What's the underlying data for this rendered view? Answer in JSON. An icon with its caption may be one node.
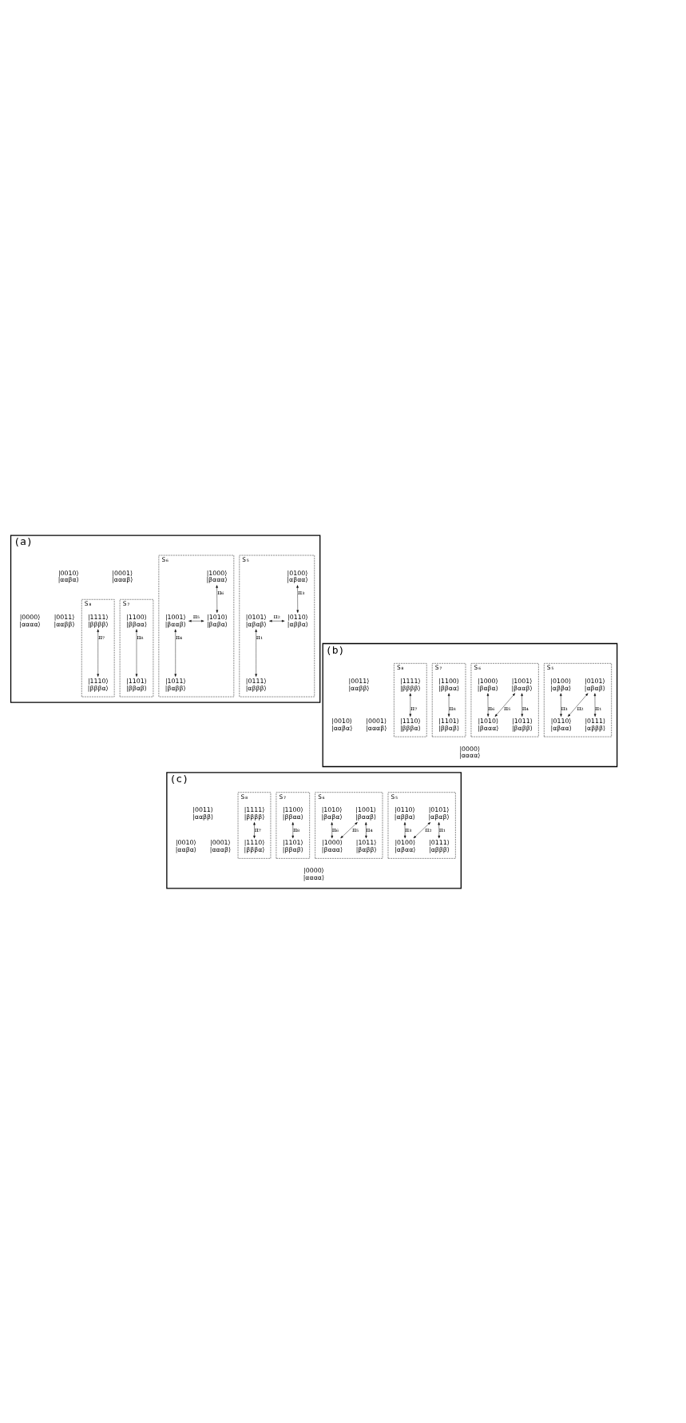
{
  "diagram": {
    "nodes": [
      {
        "text": [
          "(a)"
        ]
      },
      {
        "text": [
          "S₅"
        ],
        "in": 0
      },
      {
        "text": [
          "|0111⟩",
          "|αβββ⟩"
        ],
        "in": 1
      },
      {
        "text": [
          "|0101⟩",
          "|αβαβ⟩"
        ],
        "in": 1
      },
      {
        "text": [
          "|0110⟩",
          "|αββα⟩"
        ],
        "in": 1
      },
      {
        "text": [
          "|0100⟩",
          "|αβαα⟩"
        ],
        "in": 1
      },
      {
        "text": [
          "S₆"
        ],
        "in": 0
      },
      {
        "text": [
          "|1011⟩",
          "|βαββ⟩"
        ],
        "in": 6
      },
      {
        "text": [
          "|1001⟩",
          "|βααβ⟩"
        ],
        "in": 6
      },
      {
        "text": [
          "|1010⟩",
          "|βαβα⟩"
        ],
        "in": 6
      },
      {
        "text": [
          "|1000⟩",
          "|βααα⟩"
        ],
        "in": 6
      },
      {
        "text": [
          "S₇"
        ],
        "in": 0
      },
      {
        "text": [
          "|1101⟩",
          "|ββαβ⟩"
        ],
        "in": 11
      },
      {
        "text": [
          "|1100⟩",
          "|ββαα⟩"
        ],
        "in": 11
      },
      {
        "text": [
          "S₈"
        ],
        "in": 0
      },
      {
        "text": [
          "|1111⟩",
          "|ββββ⟩"
        ],
        "in": 14
      },
      {
        "text": [
          "|1110⟩",
          "|βββα⟩"
        ],
        "in": 14
      },
      {
        "text": [
          "|0011⟩",
          "|ααββ⟩"
        ],
        "in": 0
      },
      {
        "text": [
          "|0001⟩",
          "|αααβ⟩"
        ],
        "in": 0
      },
      {
        "text": [
          "|0010⟩",
          "|ααβα⟩"
        ],
        "in": 0
      },
      {
        "text": [
          "|0000⟩",
          "|αααα⟩"
        ],
        "in": 0
      },
      {
        "text": [
          "(b)"
        ]
      },
      {
        "text": [
          "S₅"
        ],
        "in": 21
      },
      {
        "text": [
          "|0111⟩",
          "|αβββ⟩"
        ],
        "in": 22
      },
      {
        "text": [
          "|0101⟩",
          "|αβαβ⟩"
        ],
        "in": 22
      },
      {
        "text": [
          "|0100⟩",
          "|αββα⟩"
        ],
        "in": 22
      },
      {
        "text": [
          "|0110⟩",
          "|αβαα⟩"
        ],
        "in": 22
      },
      {
        "text": [
          "S₆"
        ],
        "in": 21
      },
      {
        "text": [
          "|1011⟩",
          "|βαββ⟩"
        ],
        "in": 27
      },
      {
        "text": [
          "|1001⟩",
          "|βααβ⟩"
        ],
        "in": 27
      },
      {
        "text": [
          "|1000⟩",
          "|βαβα⟩"
        ],
        "in": 27
      },
      {
        "text": [
          "|1010⟩",
          "|βααα⟩"
        ],
        "in": 27
      },
      {
        "text": [
          "S₇"
        ],
        "in": 21
      },
      {
        "text": [
          "|1101⟩",
          "|ββαβ⟩"
        ],
        "in": 32
      },
      {
        "text": [
          "|1100⟩",
          "|ββαα⟩"
        ],
        "in": 32
      },
      {
        "text": [
          "S₈"
        ],
        "in": 21
      },
      {
        "text": [
          "|1111⟩",
          "|ββββ⟩"
        ],
        "in": 35
      },
      {
        "text": [
          "|1110⟩",
          "|βββα⟩"
        ],
        "in": 35
      },
      {
        "text": [
          "|0011⟩",
          "|ααββ⟩"
        ],
        "in": 21
      },
      {
        "text": [
          "|0001⟩",
          "|αααβ⟩"
        ],
        "in": 21
      },
      {
        "text": [
          "|0010⟩",
          "|ααβα⟩"
        ],
        "in": 21
      },
      {
        "text": [
          "|0000⟩",
          "|αααα⟩"
        ],
        "in": 21
      },
      {
        "text": [
          "(c)"
        ]
      },
      {
        "text": [
          "S₅"
        ],
        "in": 42
      },
      {
        "text": [
          "|0111⟩",
          "|αβββ⟩"
        ],
        "in": 43
      },
      {
        "text": [
          "|0101⟩",
          "|αβαβ⟩"
        ],
        "in": 43
      },
      {
        "text": [
          "|0110⟩",
          "|αββα⟩"
        ],
        "in": 43
      },
      {
        "text": [
          "|0100⟩",
          "|αβαα⟩"
        ],
        "in": 43
      },
      {
        "text": [
          "S₆"
        ],
        "in": 42
      },
      {
        "text": [
          "|1011⟩",
          "|βαββ⟩"
        ],
        "in": 48
      },
      {
        "text": [
          "|1001⟩",
          "|βααβ⟩"
        ],
        "in": 48
      },
      {
        "text": [
          "|1010⟩",
          "|βαβα⟩"
        ],
        "in": 48
      },
      {
        "text": [
          "|1000⟩",
          "|βααα⟩"
        ],
        "in": 48
      },
      {
        "text": [
          "S₇"
        ],
        "in": 42
      },
      {
        "text": [
          "|1101⟩",
          "|ββαβ⟩"
        ],
        "in": 53
      },
      {
        "text": [
          "|1100⟩",
          "|ββαα⟩"
        ],
        "in": 53
      },
      {
        "text": [
          "S₈"
        ],
        "in": 42
      },
      {
        "text": [
          "|1111⟩",
          "|ββββ⟩"
        ],
        "in": 56
      },
      {
        "text": [
          "|1110⟩",
          "|βββα⟩"
        ],
        "in": 56
      },
      {
        "text": [
          "|0011⟩",
          "|ααββ⟩"
        ],
        "in": 42
      },
      {
        "text": [
          "|0001⟩",
          "|αααβ⟩"
        ],
        "in": 42
      },
      {
        "text": [
          "|0010⟩",
          "|ααβα⟩"
        ],
        "in": 42
      },
      {
        "text": [
          "|0000⟩",
          "|αααα⟩"
        ],
        "in": 42
      }
    ],
    "edges": [
      {
        "from": 3,
        "to": 2,
        "arrow": "both",
        "label": "π₁"
      },
      {
        "from": 3,
        "to": 4,
        "arrow": "both",
        "label": "π₂"
      },
      {
        "from": 5,
        "to": 4,
        "arrow": "both",
        "label": "π₃"
      },
      {
        "from": 8,
        "to": 7,
        "arrow": "both",
        "label": "π₄"
      },
      {
        "from": 8,
        "to": 9,
        "arrow": "both",
        "label": "π₅"
      },
      {
        "from": 10,
        "to": 9,
        "arrow": "both",
        "label": "π₆"
      },
      {
        "from": 15,
        "to": 16,
        "arrow": "both",
        "label": "π₇"
      },
      {
        "from": 12,
        "to": 13,
        "arrow": "both",
        "label": "π₈"
      },
      {
        "from": 24,
        "to": 23,
        "arrow": "both",
        "label": "π₁"
      },
      {
        "from": 24,
        "to": 26,
        "arrow": "both",
        "label": "π₂"
      },
      {
        "from": 26,
        "to": 25,
        "arrow": "both",
        "label": "π₃"
      },
      {
        "from": 29,
        "to": 28,
        "arrow": "both",
        "label": "π₄"
      },
      {
        "from": 29,
        "to": 31,
        "arrow": "both",
        "label": "π₅"
      },
      {
        "from": 31,
        "to": 30,
        "arrow": "both",
        "label": "π₆"
      },
      {
        "from": 36,
        "to": 37,
        "arrow": "both",
        "label": "π₇"
      },
      {
        "from": 33,
        "to": 34,
        "arrow": "both",
        "label": "π₈"
      },
      {
        "from": 45,
        "to": 44,
        "arrow": "both",
        "label": "π₁"
      },
      {
        "from": 45,
        "to": 47,
        "arrow": "both",
        "label": "π₂"
      },
      {
        "from": 47,
        "to": 46,
        "arrow": "both",
        "label": "π₃"
      },
      {
        "from": 50,
        "to": 49,
        "arrow": "both",
        "label": "π₄"
      },
      {
        "from": 50,
        "to": 52,
        "arrow": "both",
        "label": "π₅"
      },
      {
        "from": 52,
        "to": 51,
        "arrow": "both",
        "label": "π₆"
      },
      {
        "from": 57,
        "to": 58,
        "arrow": "both",
        "label": "π₇"
      },
      {
        "from": 54,
        "to": 55,
        "arrow": "both",
        "label": "π₈"
      }
    ]
  }
}
